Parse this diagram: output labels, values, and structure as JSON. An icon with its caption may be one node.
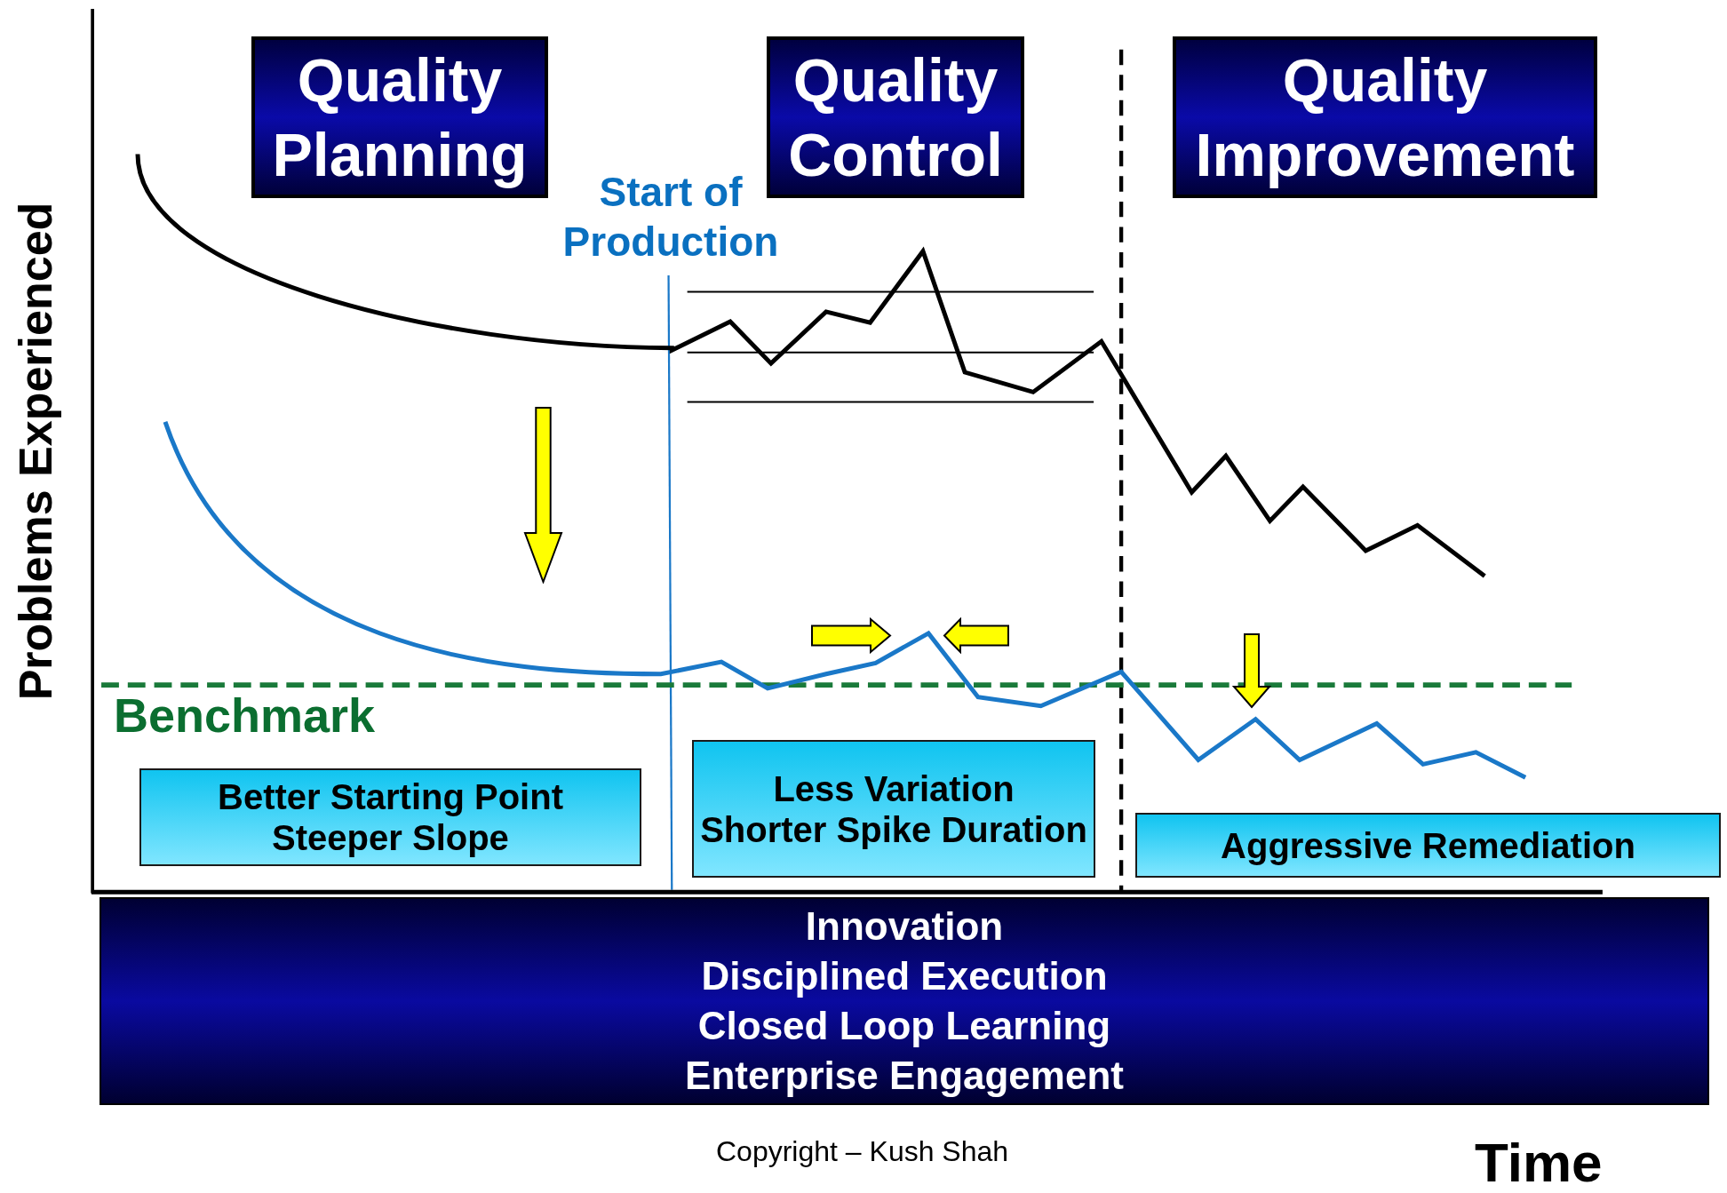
{
  "diagram": {
    "nodes": [
      {
        "text": [
          "Quality Planning"
        ]
      },
      {
        "text": [
          "Quality Control"
        ]
      },
      {
        "text": [
          "Quality Improvement"
        ]
      },
      {
        "text": [
          "Better Starting Point",
          "Steeper Slope"
        ]
      },
      {
        "text": [
          "Less Variation",
          "Shorter Spike Duration"
        ]
      },
      {
        "text": [
          "Aggressive Remediation"
        ]
      },
      {
        "text": [
          "Innovation",
          "Disciplined Execution",
          "Closed Loop Learning",
          "Enterprise Engagement"
        ]
      }
    ],
    "labels": [
      "Start of Production",
      "Problems Experienced",
      "Benchmark",
      "Copyright – Kush Shah",
      "Time"
    ]
  }
}
